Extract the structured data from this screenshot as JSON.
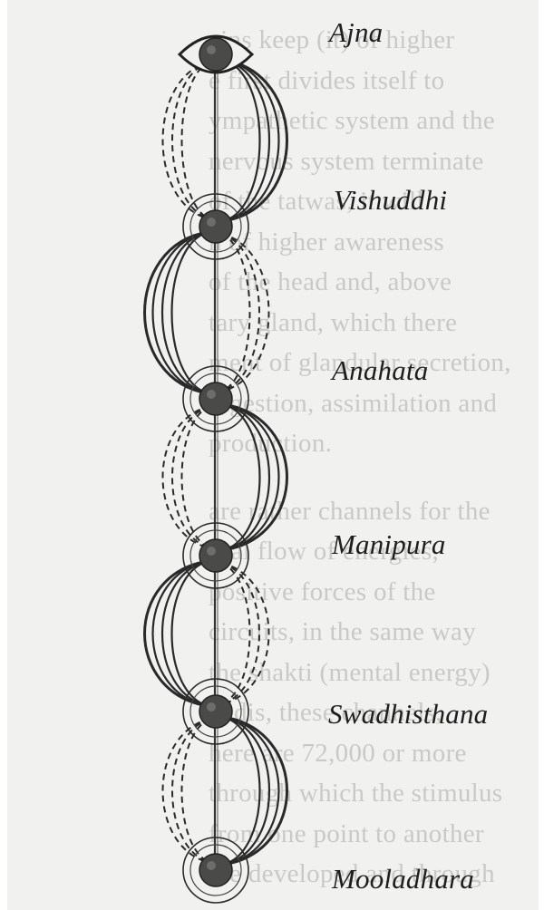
{
  "diagram": {
    "chakras": [
      {
        "name": "Ajna"
      },
      {
        "name": "Vishuddhi"
      },
      {
        "name": "Anahata"
      },
      {
        "name": "Manipura"
      },
      {
        "name": "Swadhisthana"
      },
      {
        "name": "Mooladhara"
      }
    ]
  },
  "background_text": [
    "ains keep (it) of higher",
    "e first divides itself to",
    "ympathetic system and the",
    "nervous system terminate",
    "of the tatwas, it will",
    "n of higher awareness",
    "of the head and, above",
    "tary gland, which there",
    "ment of glandular secretion,",
    "digestion, assimilation and",
    "production.",
    "",
    "are rather channels for the",
    "ural flow of energies,",
    "positive forces of the",
    "circuits, in the same way",
    "the shakti (mental energy)",
    "nadis, these channels,",
    "here are 72,000 or more",
    "through which the stimulus",
    "from one point to another",
    "are developed and through"
  ]
}
